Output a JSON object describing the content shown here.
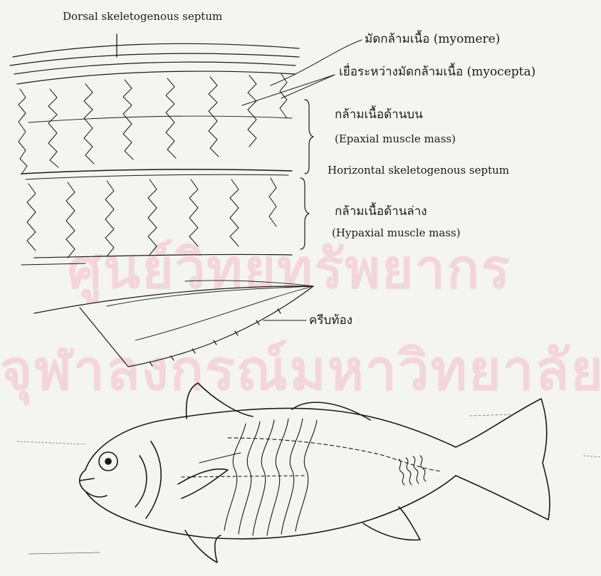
{
  "labels": {
    "dorsal_septum": "Dorsal skeletogenous septum",
    "myomere": "มัดกล้ามเนื้อ (myomere)",
    "myocepta": "เยื่อระหว่างมัดกล้ามเนื้อ (myocepta)",
    "epaxial_thai": "กล้ามเนื้อด้านบน",
    "epaxial_en": "(Epaxial muscle mass)",
    "horizontal_septum": "Horizontal skeletogenous septum",
    "hypaxial_thai": "กล้ามเนื้อด้านล่าง",
    "hypaxial_en": "(Hypaxial muscle mass)",
    "pelvic_fin": "ครีบท้อง"
  },
  "watermark": {
    "line1": "ศูนย์วิทยทรัพยากร",
    "line2": "จุฬาลงกรณ์มหาวิทยาลัย",
    "color": "#f3d6dc"
  },
  "colors": {
    "ink": "#1a1a1a",
    "paper": "#f4f4f1"
  }
}
